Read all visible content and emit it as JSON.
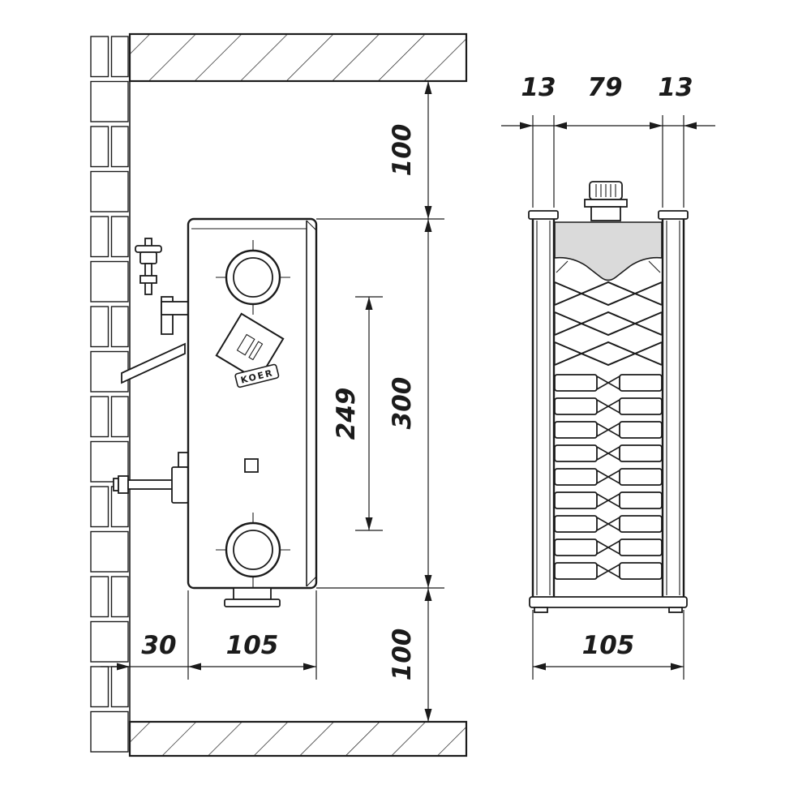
{
  "brand": "KOER",
  "colors": {
    "line": "#1b1b1b",
    "header_fill": "#dadada",
    "background": "#ffffff"
  },
  "side_view": {
    "top_clearance": "100",
    "radiator_height": "300",
    "connection_spacing": "249",
    "bottom_clearance": "100",
    "wall_offset": "30",
    "depth": "105"
  },
  "section_view": {
    "left_panel_thickness": "13",
    "core_width": "79",
    "right_panel_thickness": "13",
    "total_depth": "105"
  }
}
